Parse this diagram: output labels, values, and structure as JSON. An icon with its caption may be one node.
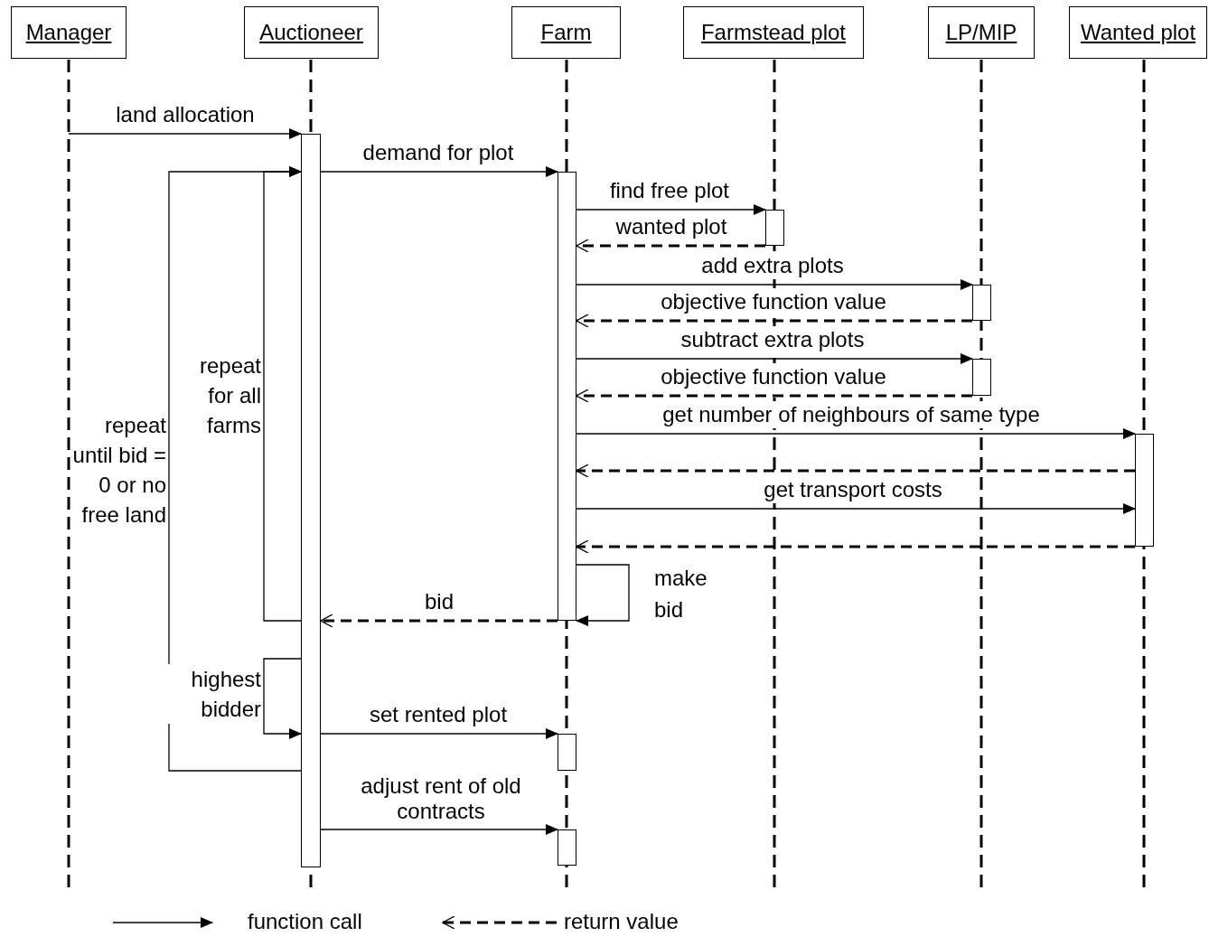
{
  "diagram": {
    "nodes": [
      {
        "text": [
          "Manager"
        ]
      },
      {
        "text": [
          "Auctioneer"
        ]
      },
      {
        "text": [
          "Farm"
        ]
      },
      {
        "text": [
          "Farmstead plot"
        ]
      },
      {
        "text": [
          "LP/MIP"
        ]
      },
      {
        "text": [
          "Wanted plot"
        ]
      },
      {
        "text": [],
        "shape": "bar"
      },
      {
        "text": [],
        "shape": "bar"
      },
      {
        "text": [],
        "shape": "bar"
      },
      {
        "text": [],
        "shape": "bar"
      },
      {
        "text": [],
        "shape": "bar"
      },
      {
        "text": [],
        "shape": "bar"
      },
      {
        "text": [],
        "shape": "bar"
      },
      {
        "text": [],
        "shape": "bar"
      }
    ],
    "edges": [
      {
        "from": null,
        "to": 6,
        "arrow": "to",
        "label": "land allocation"
      },
      {
        "from": 6,
        "to": 7,
        "arrow": "to",
        "label": "demand for plot"
      },
      {
        "from": 6,
        "to": 6,
        "arrow": "to",
        "label": "repeat for all farms"
      },
      {
        "from": 6,
        "to": 6,
        "arrow": "to",
        "label": "repeat until bid = 0 or no free land"
      },
      {
        "from": 7,
        "to": 8,
        "arrow": "to",
        "label": "find free plot"
      },
      {
        "from": 8,
        "to": 7,
        "arrow": "to",
        "label": "wanted plot",
        "style": "dashed"
      },
      {
        "from": 7,
        "to": 9,
        "arrow": "to",
        "label": "add extra plots"
      },
      {
        "from": 9,
        "to": 7,
        "arrow": "to",
        "label": "objective function value",
        "style": "dashed"
      },
      {
        "from": 7,
        "to": 10,
        "arrow": "to",
        "label": "subtract extra plots"
      },
      {
        "from": 10,
        "to": 7,
        "arrow": "to",
        "label": "objective function value",
        "style": "dashed"
      },
      {
        "from": 7,
        "to": 11,
        "arrow": "to",
        "label": "get number of neighbours of same type"
      },
      {
        "from": 11,
        "to": 7,
        "arrow": "to",
        "style": "dashed"
      },
      {
        "from": 7,
        "to": 11,
        "arrow": "to",
        "label": "get transport costs"
      },
      {
        "from": 11,
        "to": 7,
        "arrow": "to",
        "style": "dashed"
      },
      {
        "from": 7,
        "to": 7,
        "arrow": "to",
        "label": "make bid"
      },
      {
        "from": 7,
        "to": 6,
        "arrow": "to",
        "label": "bid",
        "style": "dashed"
      },
      {
        "from": 6,
        "to": 6,
        "arrow": "to",
        "label": "highest bidder"
      },
      {
        "from": 6,
        "to": 12,
        "arrow": "to",
        "label": "set rented plot"
      },
      {
        "from": 6,
        "to": 13,
        "arrow": "to",
        "label": "adjust rent of old contracts"
      }
    ],
    "legend": [
      {
        "text": "function call"
      },
      {
        "text": "return value"
      }
    ]
  }
}
